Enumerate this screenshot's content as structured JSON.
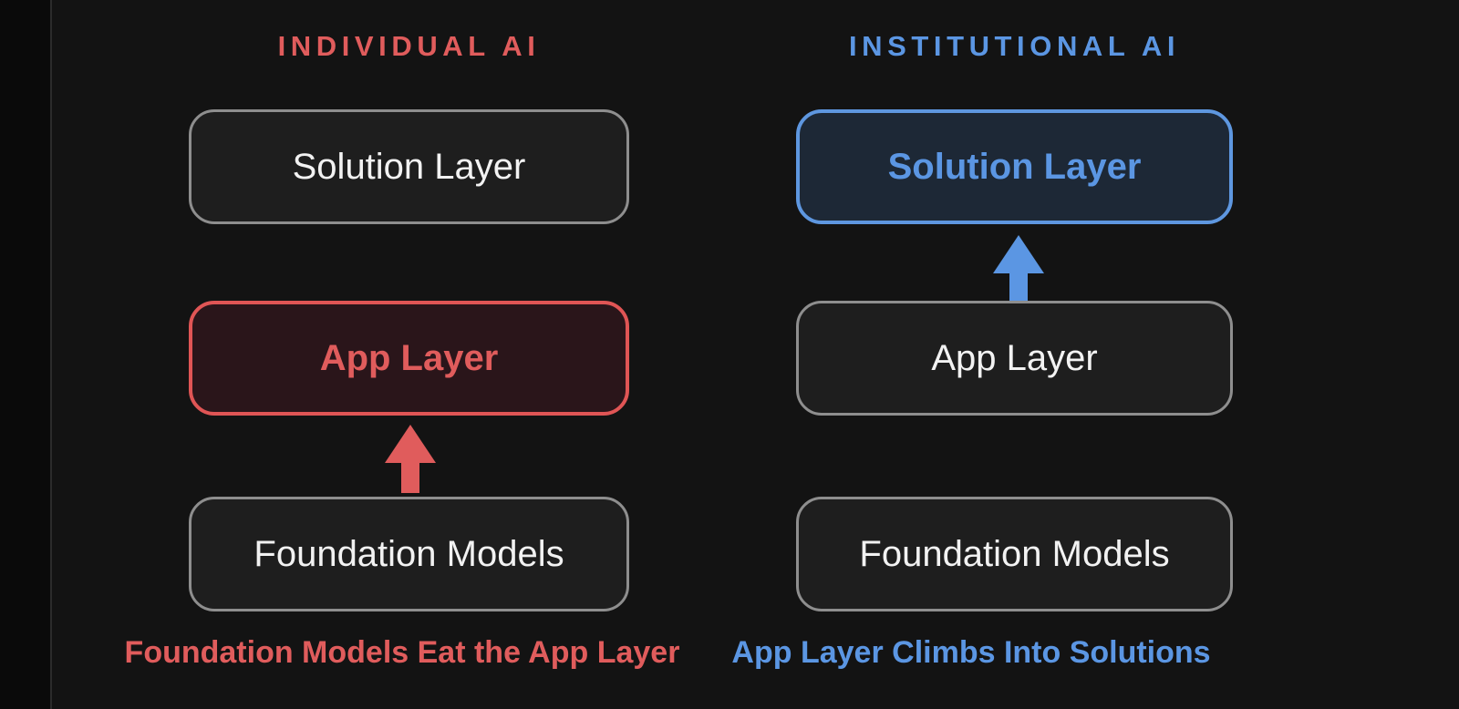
{
  "diagram": {
    "title": "Individual AI vs Institutional AI layer diagram",
    "colors": {
      "background": "#131313",
      "left_strip": "#0a0a0a",
      "red_accent": "#e05c5c",
      "red_box_background": "#2a151a",
      "blue_accent": "#5b96e3",
      "blue_box_background": "#1d2836",
      "neutral_border": "#8e8e8e",
      "neutral_box_background": "#1e1e1e",
      "neutral_text": "#f2f2f2"
    },
    "columns": [
      {
        "title": "INDIVIDUAL AI",
        "accent": "#e05c5c",
        "boxes": [
          {
            "label": "Solution Layer",
            "variant": "neutral"
          },
          {
            "label": "App Layer",
            "variant": "accent-red"
          },
          {
            "label": "Foundation Models",
            "variant": "neutral"
          }
        ],
        "arrow": {
          "direction": "up",
          "from": "Foundation Models",
          "to": "App Layer",
          "color": "#e05c5c"
        },
        "caption": "Foundation Models Eat the App Layer"
      },
      {
        "title": "INSTITUTIONAL AI",
        "accent": "#5b96e3",
        "boxes": [
          {
            "label": "Solution Layer",
            "variant": "accent-blue"
          },
          {
            "label": "App Layer",
            "variant": "neutral"
          },
          {
            "label": "Foundation Models",
            "variant": "neutral"
          }
        ],
        "arrow": {
          "direction": "up",
          "from": "App Layer",
          "to": "Solution Layer",
          "color": "#5b96e3"
        },
        "caption": "App Layer Climbs Into Solutions"
      }
    ]
  }
}
